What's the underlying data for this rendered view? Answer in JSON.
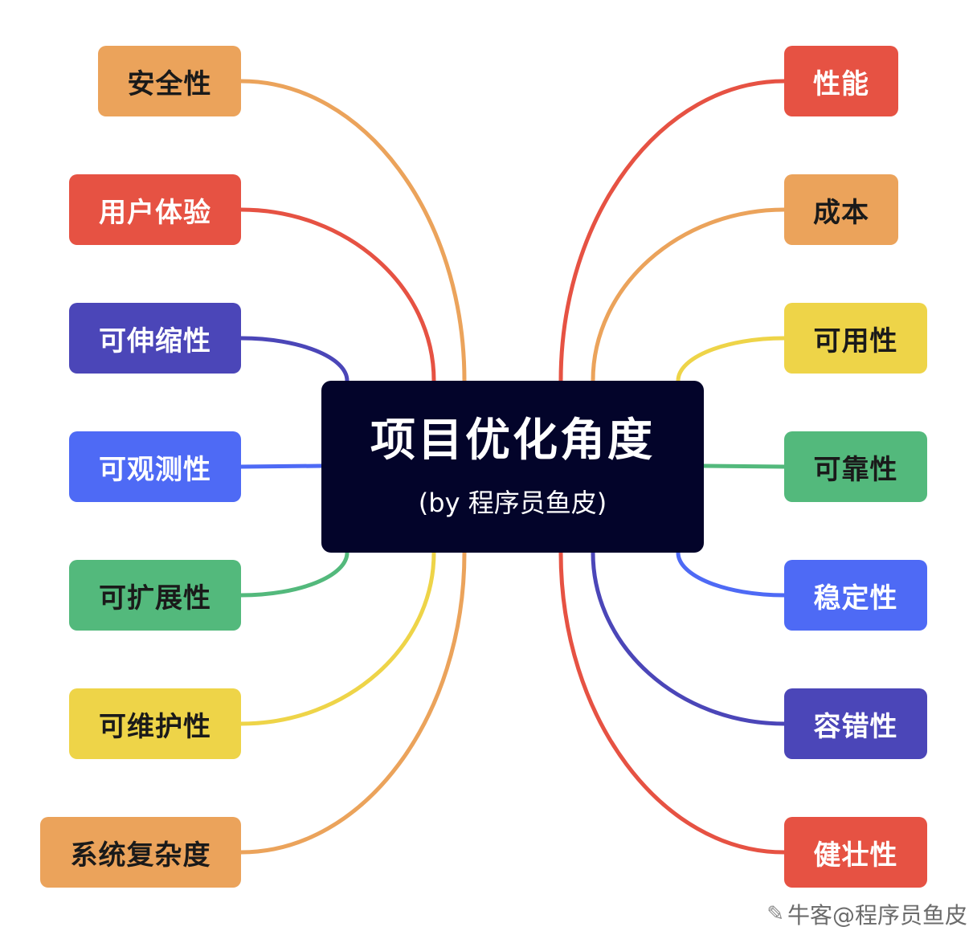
{
  "center": {
    "title": "项目优化角度",
    "subtitle": "(by 程序员鱼皮)"
  },
  "left_nodes": [
    {
      "label": "安全性",
      "color": "#eba35b",
      "text_color": "#1a1a1a"
    },
    {
      "label": "用户体验",
      "color": "#e65243",
      "text_color": "#ffffff"
    },
    {
      "label": "可伸缩性",
      "color": "#4b46b8",
      "text_color": "#ffffff"
    },
    {
      "label": "可观测性",
      "color": "#4e6af5",
      "text_color": "#ffffff"
    },
    {
      "label": "可扩展性",
      "color": "#53b97c",
      "text_color": "#1a1a1a"
    },
    {
      "label": "可维护性",
      "color": "#eed448",
      "text_color": "#1a1a1a"
    },
    {
      "label": "系统复杂度",
      "color": "#eba35b",
      "text_color": "#1a1a1a"
    }
  ],
  "right_nodes": [
    {
      "label": "性能",
      "color": "#e65243",
      "text_color": "#ffffff"
    },
    {
      "label": "成本",
      "color": "#eba35b",
      "text_color": "#1a1a1a"
    },
    {
      "label": "可用性",
      "color": "#eed448",
      "text_color": "#1a1a1a"
    },
    {
      "label": "可靠性",
      "color": "#53b97c",
      "text_color": "#1a1a1a"
    },
    {
      "label": "稳定性",
      "color": "#4e6af5",
      "text_color": "#ffffff"
    },
    {
      "label": "容错性",
      "color": "#4b46b8",
      "text_color": "#ffffff"
    },
    {
      "label": "健壮性",
      "color": "#e65243",
      "text_color": "#ffffff"
    }
  ],
  "watermark": {
    "icon": "nowcoder-logo-icon",
    "text": "牛客@程序员鱼皮"
  }
}
